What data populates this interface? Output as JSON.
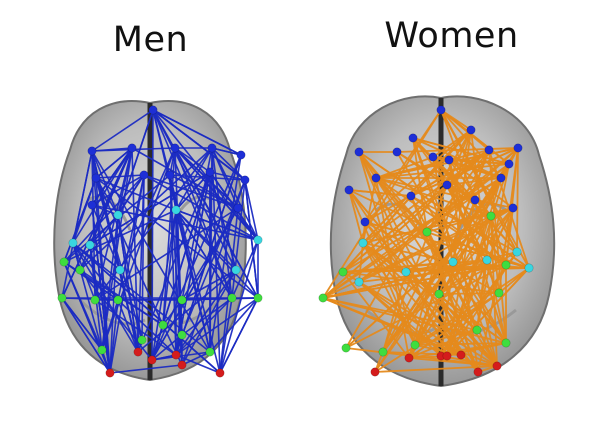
{
  "panels": [
    {
      "id": "men",
      "title": "Men",
      "edge_color": "#1b2bc2"
    },
    {
      "id": "women",
      "title": "Women",
      "edge_color": "#e58a1c"
    }
  ],
  "node_colors": {
    "blue": "#1e2fd6",
    "cyan": "#39d6e0",
    "green": "#3fdd3f",
    "red": "#d41c1c"
  }
}
